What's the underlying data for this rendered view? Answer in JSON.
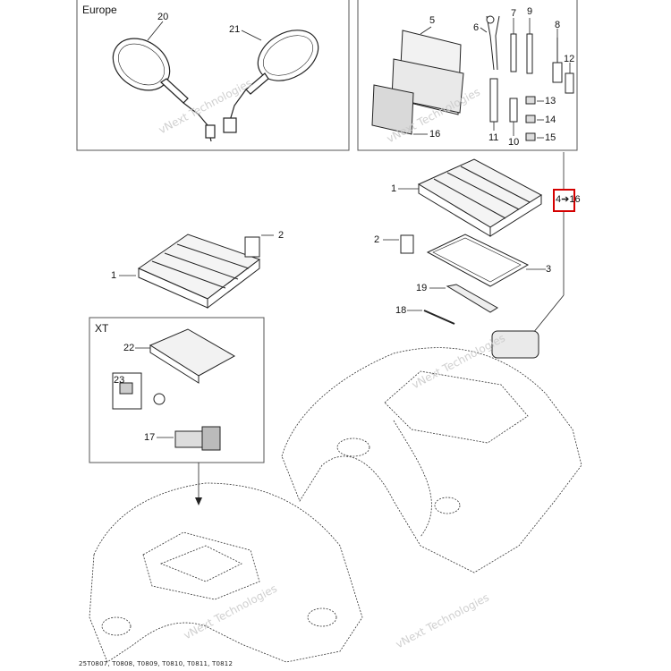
{
  "regions": {
    "europe": "Europe",
    "xt": "XT"
  },
  "callouts": {
    "c20": "20",
    "c21": "21",
    "c5": "5",
    "c6": "6",
    "c7": "7",
    "c9": "9",
    "c8": "8",
    "c12": "12",
    "c13": "13",
    "c14": "14",
    "c15": "15",
    "c16": "16",
    "c11": "11",
    "c10": "10",
    "c1a": "1",
    "c2a": "2",
    "c1b": "1",
    "c2b": "2",
    "c3": "3",
    "c19": "19",
    "c18": "18",
    "c22": "22",
    "c23": "23",
    "c17": "17"
  },
  "reference": "4➔16",
  "watermark": "vNext Technologies",
  "footer": "25T0807, T0808, T0809, T0810, T0811, T0812",
  "colors": {
    "highlight": "#d40000",
    "line": "#222222",
    "frame": "#555555",
    "watermark": "#c7c7c7"
  }
}
